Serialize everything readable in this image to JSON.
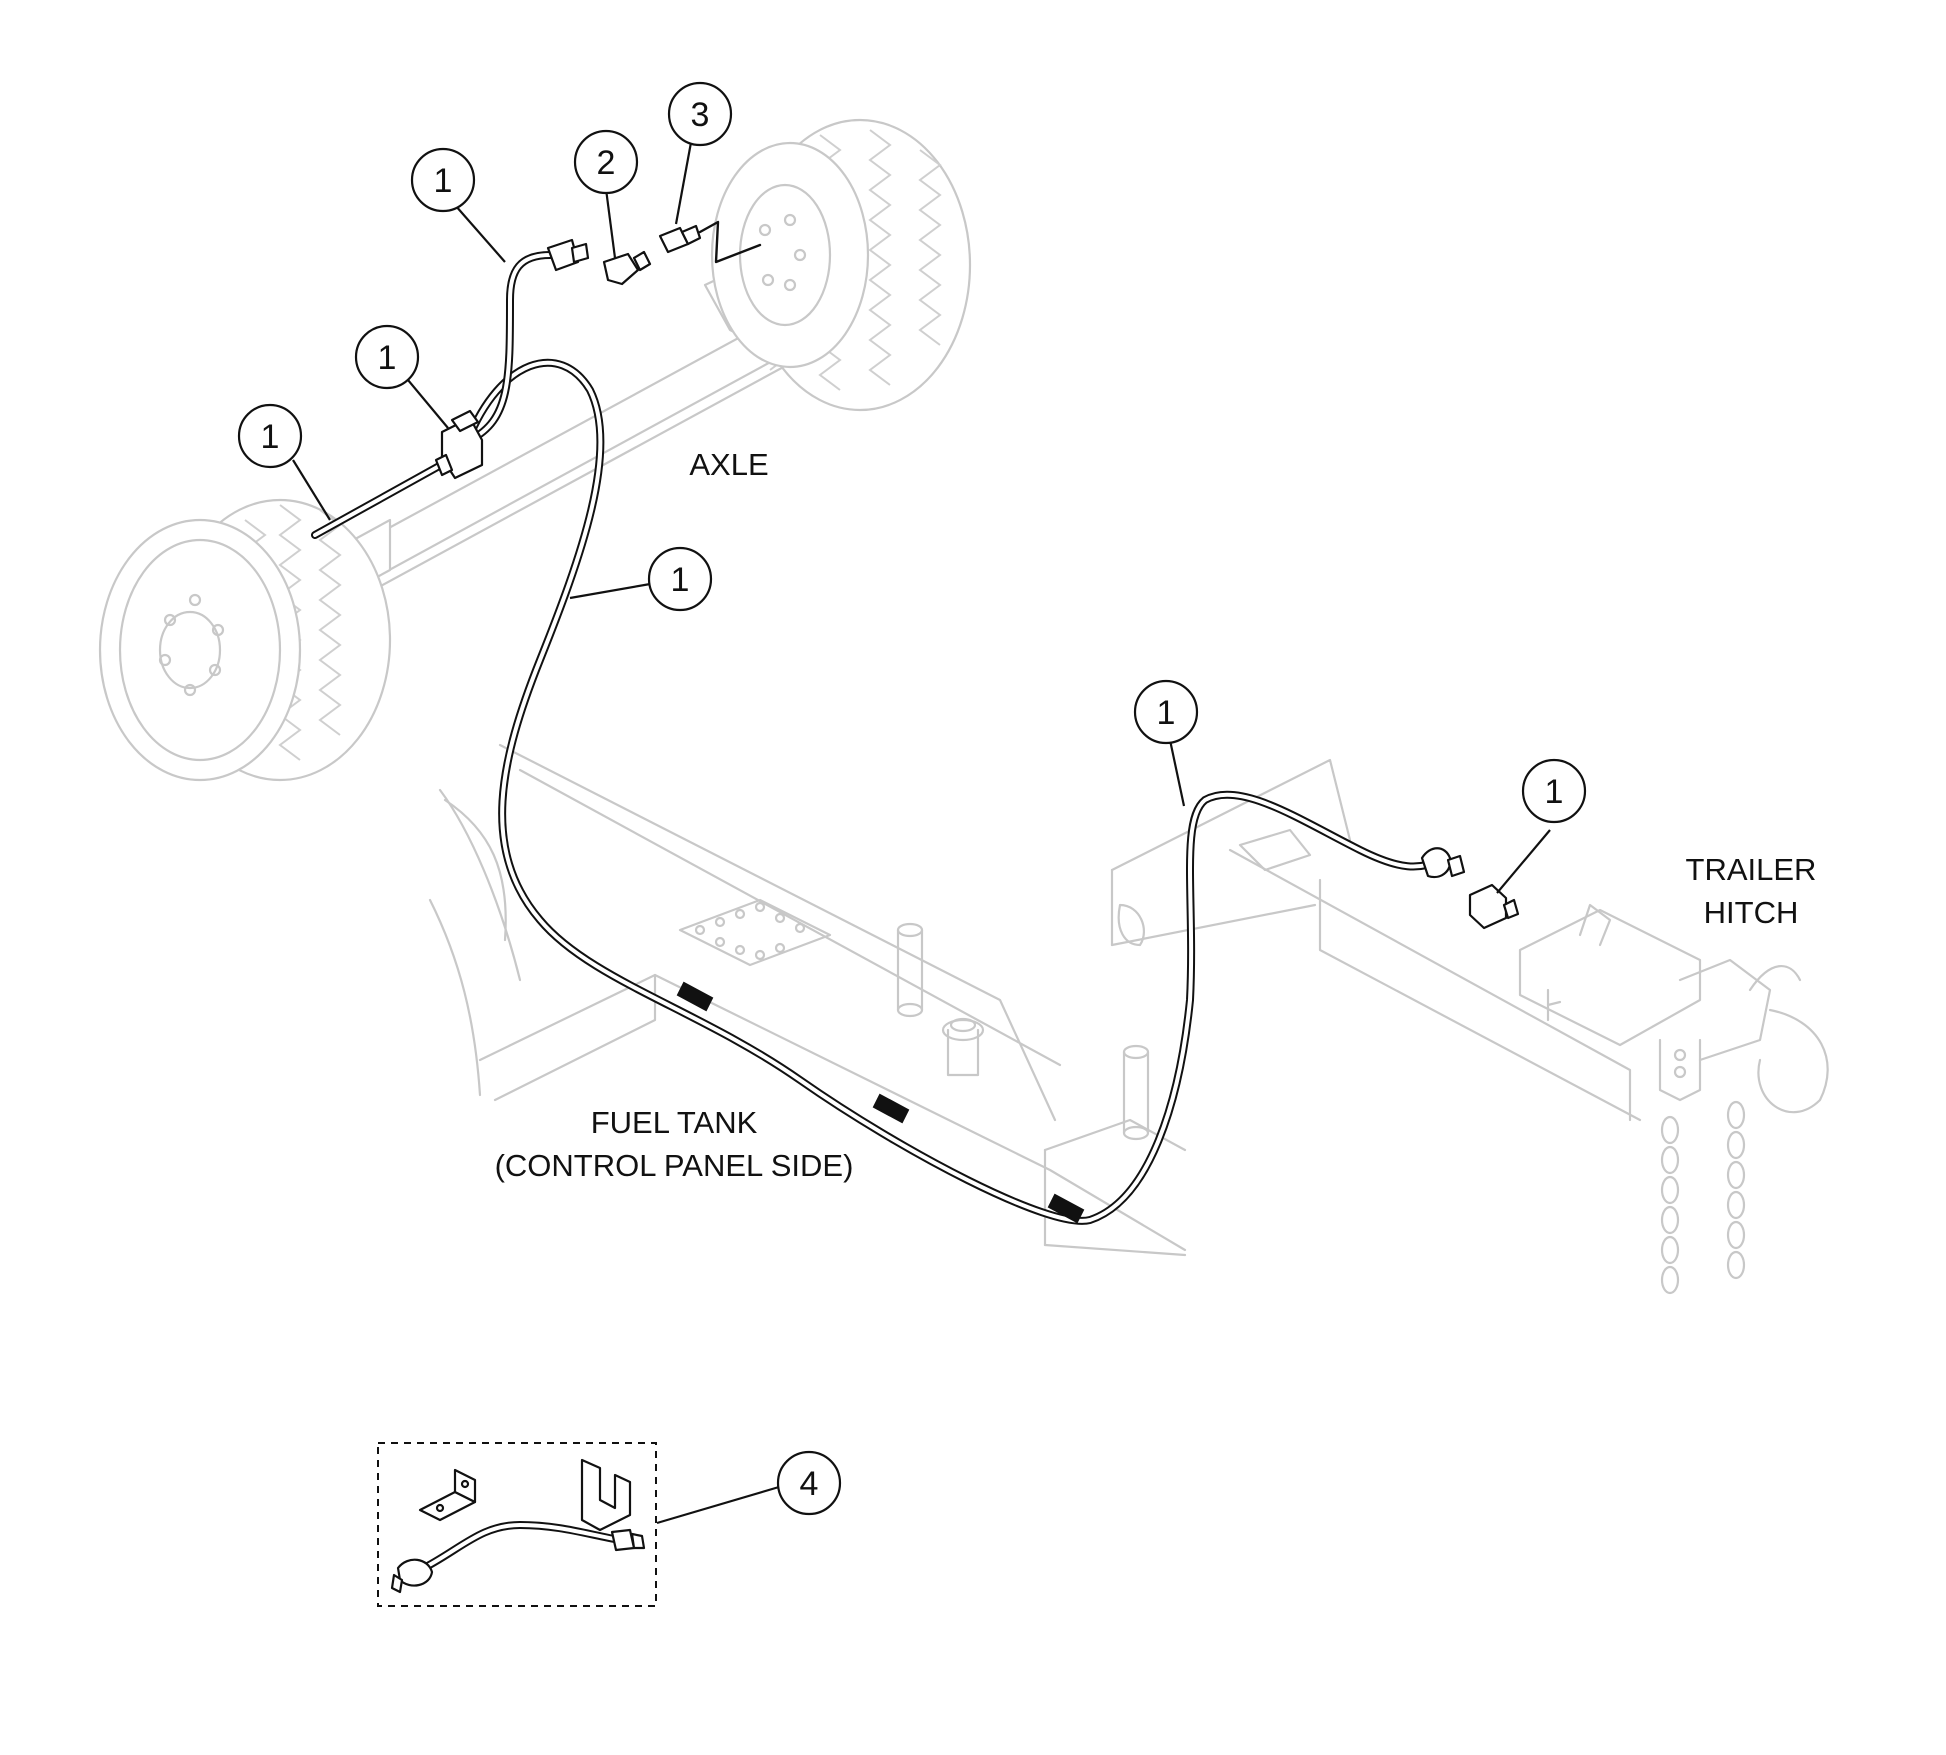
{
  "labels": {
    "axle": "AXLE",
    "fuel_tank_line1": "FUEL TANK",
    "fuel_tank_line2": "(CONTROL PANEL SIDE)",
    "trailer_hitch_line1": "TRAILER",
    "trailer_hitch_line2": "HITCH"
  },
  "callouts": {
    "hose_upper": "1",
    "fitting_elbow": "2",
    "fitting_nipple": "3",
    "tee_fitting": "1",
    "hose_axle": "1",
    "hose_main": "1",
    "hose_hitch": "1",
    "hitch_fitting": "1",
    "kit": "4"
  }
}
